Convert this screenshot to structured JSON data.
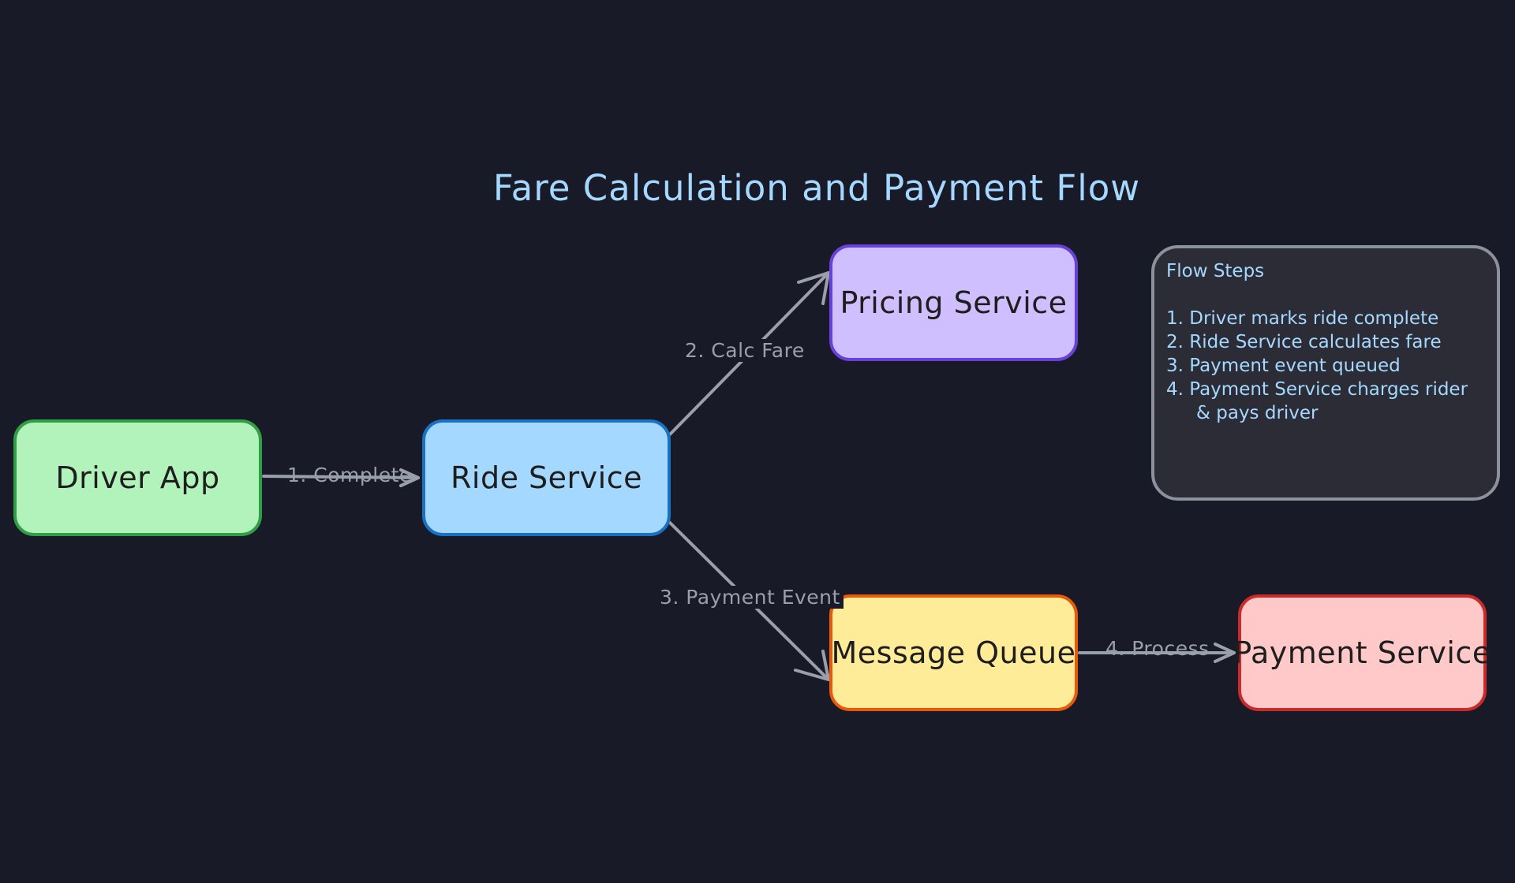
{
  "diagram": {
    "title": "Fare Calculation and Payment Flow",
    "nodes": {
      "driver_app": "Driver App",
      "ride_service": "Ride Service",
      "pricing_service": "Pricing Service",
      "message_queue": "Message Queue",
      "payment_service": "Payment Service"
    },
    "edges": {
      "complete": "1. Complete",
      "calc_fare": "2. Calc Fare",
      "payment_event": "3. Payment Event",
      "process": "4. Process"
    },
    "steps_panel": {
      "title": "Flow Steps",
      "steps": [
        "1. Driver marks ride complete",
        "2. Ride Service calculates fare",
        "3. Payment event queued",
        "4. Payment Service charges rider"
      ],
      "step_4_continued": "& pays driver"
    }
  },
  "colors": {
    "background": "#181a27",
    "title": "#a5d8ff",
    "arrow": "#9aa0ab",
    "driver_app_fill": "#b2f2bb",
    "ride_service_fill": "#a5d8ff",
    "pricing_service_fill": "#d0bfff",
    "message_queue_fill": "#ffec99",
    "payment_service_fill": "#ffc9c9"
  }
}
